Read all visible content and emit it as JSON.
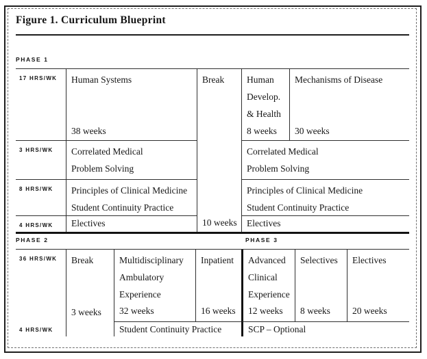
{
  "figure_title": "Figure 1. Curriculum Blueprint",
  "phase1": {
    "label": "PHASE 1",
    "hours": [
      "17 HRS/WK",
      "3 HRS/WK",
      "8 HRS/WK",
      "4 HRS/WK"
    ],
    "human_systems": {
      "title": "Human Systems",
      "weeks": "38 weeks"
    },
    "break_col": {
      "title": "Break",
      "weeks": "10 weeks"
    },
    "human_develop": {
      "line1": "Human",
      "line2": "Develop.",
      "line3": "& Health",
      "weeks": "8 weeks"
    },
    "mechanisms": {
      "title": "Mechanisms of Disease",
      "weeks": "30 weeks"
    },
    "correlated_left": {
      "line1": "Correlated Medical",
      "line2": "Problem Solving"
    },
    "correlated_right": {
      "line1": "Correlated Medical",
      "line2": "Problem Solving"
    },
    "principles_left": {
      "line1": "Principles of Clinical Medicine",
      "line2": "Student Continuity Practice"
    },
    "principles_right": {
      "line1": "Principles of Clinical Medicine",
      "line2": "Student Continuity Practice"
    },
    "electives_left": "Electives",
    "electives_right": "Electives"
  },
  "phase2": {
    "label": "PHASE 2",
    "hours_top": "36 HRS/WK",
    "hours_bottom": "4 HRS/WK",
    "break_col": {
      "title": "Break",
      "weeks": "3 weeks"
    },
    "multidisciplinary": {
      "line1": "Multidisciplinary",
      "line2": "Ambulatory",
      "line3": "Experience",
      "weeks": "32 weeks"
    },
    "inpatient": {
      "title": "Inpatient",
      "weeks": "16 weeks"
    },
    "scp": "Student Continuity Practice"
  },
  "phase3": {
    "label": "PHASE 3",
    "advanced": {
      "line1": "Advanced",
      "line2": "Clinical",
      "line3": "Experience",
      "weeks": "12 weeks"
    },
    "selectives": {
      "title": "Selectives",
      "weeks": "8 weeks"
    },
    "electives": {
      "title": "Electives",
      "weeks": "20 weeks"
    },
    "scp_optional": "SCP – Optional"
  }
}
